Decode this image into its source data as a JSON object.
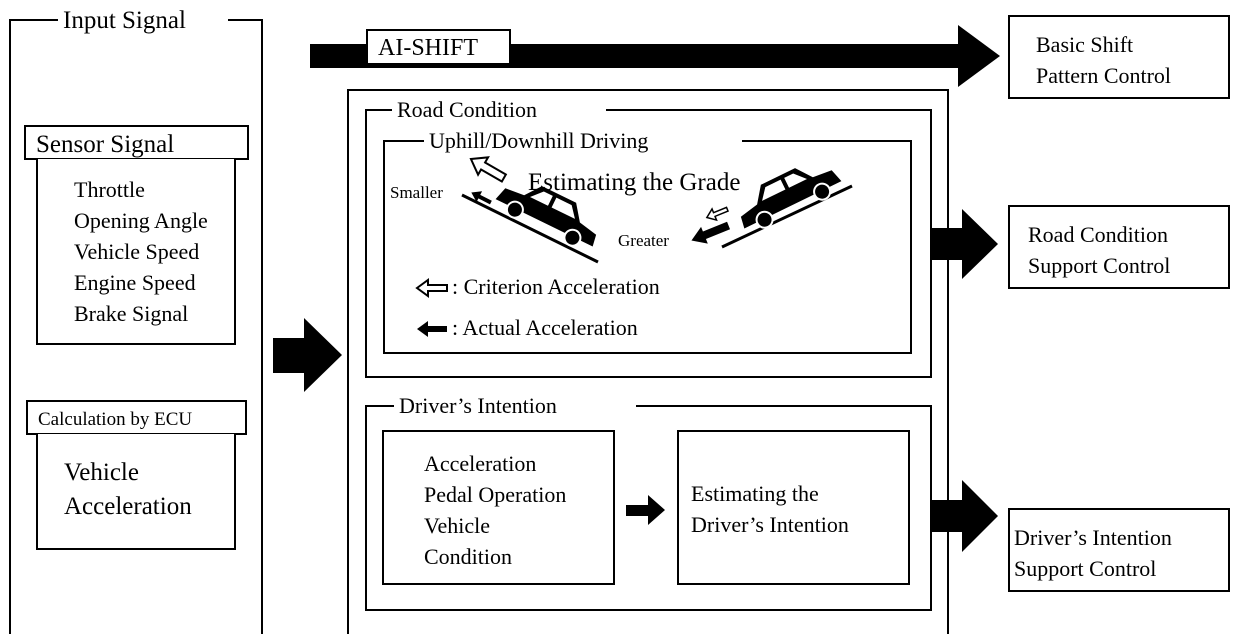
{
  "input_signal": {
    "title": "Input Signal",
    "sensor_signal": {
      "title": "Sensor Signal",
      "items": [
        "Throttle",
        "Opening Angle",
        "Vehicle Speed",
        "Engine Speed",
        "Brake Signal"
      ]
    },
    "calculation": {
      "title": "Calculation by ECU",
      "items": [
        "Vehicle",
        "Acceleration"
      ]
    }
  },
  "ai_shift": {
    "label": "AI-SHIFT"
  },
  "road_condition": {
    "title": "Road Condition",
    "uphill_downhill": {
      "title": "Uphill/Downhill Driving",
      "estimating": "Estimating the Grade",
      "smaller": "Smaller",
      "greater": "Greater",
      "legend_criterion": ": Criterion Acceleration",
      "legend_actual": ": Actual Acceleration"
    }
  },
  "drivers_intention": {
    "title": "Driver’s Intention",
    "inputs": [
      "Acceleration",
      "Pedal Operation",
      "Vehicle",
      "Condition"
    ],
    "estimating": [
      "Estimating the",
      "Driver’s Intention"
    ]
  },
  "outputs": {
    "basic_shift": [
      "Basic Shift",
      "Pattern Control"
    ],
    "road_condition_support": [
      "Road Condition",
      "Support Control"
    ],
    "drivers_intention_support": [
      "Driver’s Intention",
      "Support Control"
    ]
  },
  "colors": {
    "line": "#000000",
    "background": "#ffffff"
  },
  "icons": [
    "block-arrow-right",
    "hollow-arrow",
    "solid-arrow",
    "car"
  ]
}
